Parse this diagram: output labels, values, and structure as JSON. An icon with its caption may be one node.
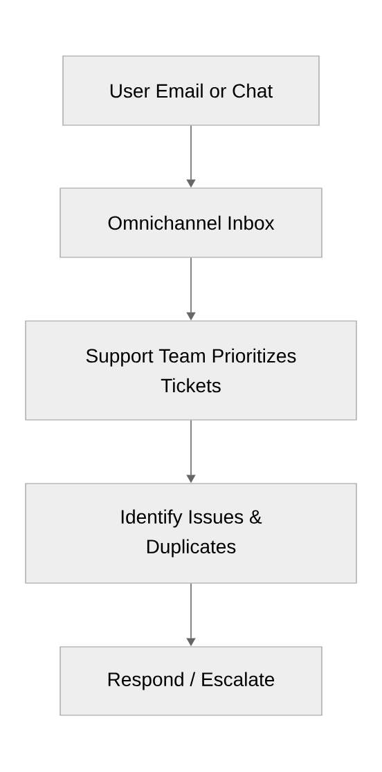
{
  "diagram": {
    "nodes": [
      {
        "text": [
          "User Email or Chat"
        ]
      },
      {
        "text": [
          "Omnichannel Inbox"
        ]
      },
      {
        "text": [
          "Support Team Prioritizes Tickets"
        ]
      },
      {
        "text": [
          "Identify Issues & Duplicates"
        ]
      },
      {
        "text": [
          "Respond / Escalate"
        ]
      }
    ],
    "edges": [
      {
        "from": 0,
        "to": 1,
        "arrow": "to"
      },
      {
        "from": 1,
        "to": 2,
        "arrow": "to"
      },
      {
        "from": 2,
        "to": 3,
        "arrow": "to"
      },
      {
        "from": 3,
        "to": 4,
        "arrow": "to"
      }
    ]
  }
}
